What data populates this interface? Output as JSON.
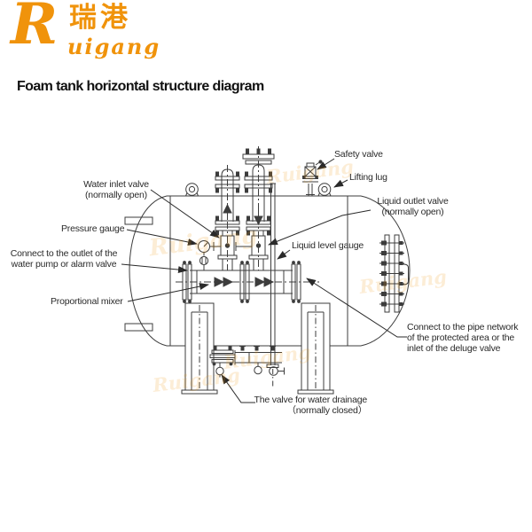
{
  "logo": {
    "initial": "R",
    "name_rest": "uigang",
    "chinese": "瑞港"
  },
  "title": "Foam tank horizontal structure diagram",
  "watermark": {
    "text": "Ruigang"
  },
  "colors": {
    "brand_orange": "#F0930B",
    "diagram_line": "#3C3C3C",
    "label_text": "#2A2A2A"
  },
  "labels": {
    "safety_valve": "Safety valve",
    "lifting_lug": "Lifting lug",
    "water_inlet_line1": "Water inlet valve",
    "water_inlet_line2": "(normally open)",
    "liquid_outlet_line1": "Liquid outlet valve",
    "liquid_outlet_line2": "(normally open)",
    "pressure_gauge": "Pressure gauge",
    "connect_outlet_line1": "Connect to the outlet of the",
    "connect_outlet_line2": "water pump or alarm valve",
    "proportional_mixer": "Proportional mixer",
    "liquid_level_gauge": "Liquid level gauge",
    "connect_network_line1": "Connect to the pipe network",
    "connect_network_line2": "of the protected area or the",
    "connect_network_line3": "inlet of the deluge valve",
    "drainage_line1": "The valve for water drainage",
    "drainage_line2": "（normally closed）"
  }
}
